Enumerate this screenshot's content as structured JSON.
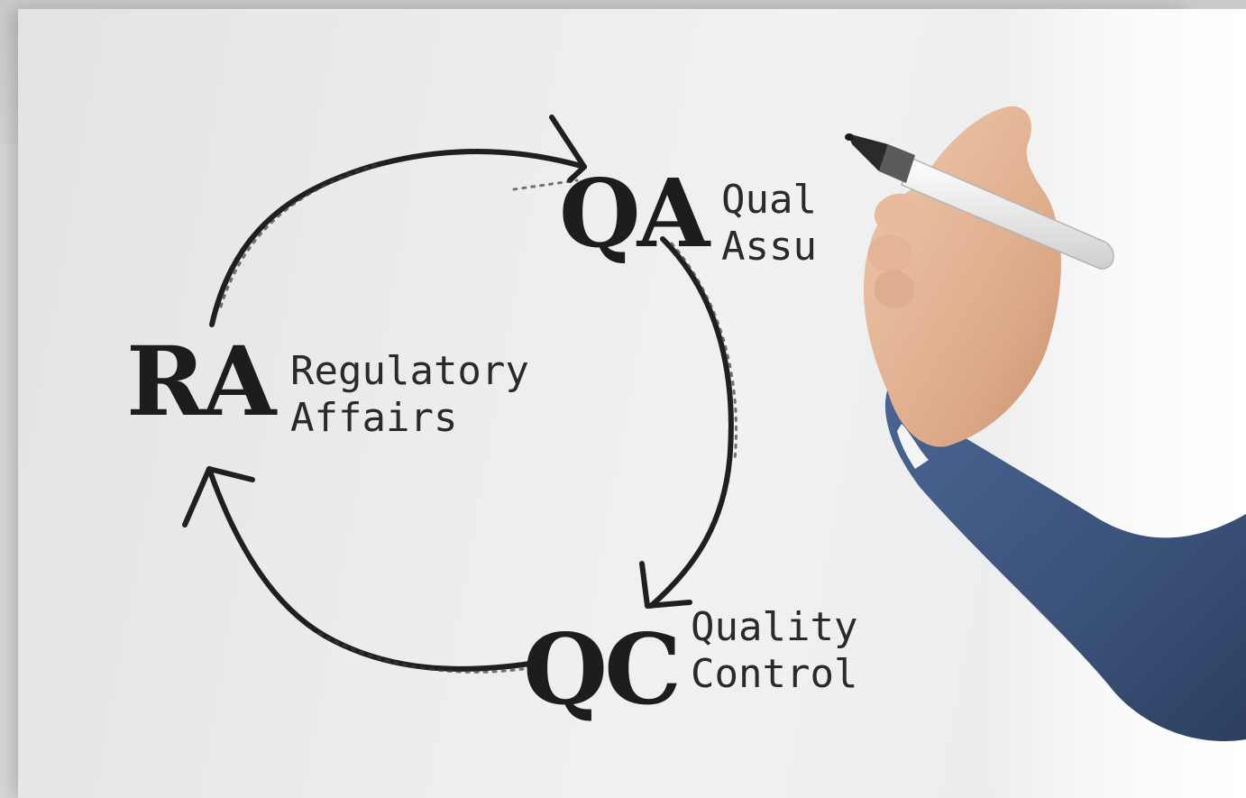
{
  "scene": {
    "board_color": "#eceded",
    "chalk_color": "#1f1f1f",
    "sleeve_color": "#3d5680",
    "skin_color": "#e2b79a"
  },
  "cycle": {
    "qa": {
      "abbr": "QA",
      "line1": "Qual",
      "line2": "Assu"
    },
    "ra": {
      "abbr": "RA",
      "line1": "Regulatory",
      "line2": "Affairs"
    },
    "qc": {
      "abbr": "QC",
      "line1": "Quality",
      "line2": "Control"
    }
  },
  "icons": {
    "hand": "hand-with-marker-icon",
    "arrows": "cycle-arrow-icon"
  }
}
